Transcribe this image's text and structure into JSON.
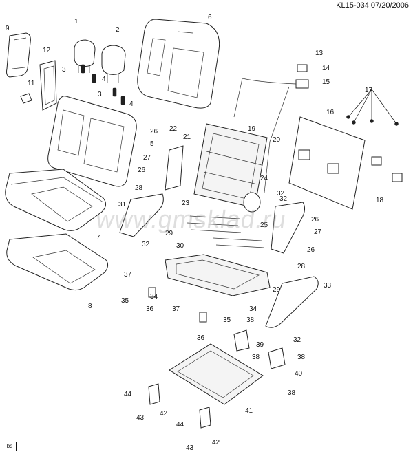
{
  "header": {
    "ref": "KL15-034 07/20/2006"
  },
  "watermark": {
    "text": "www.gmsklad.ru"
  },
  "badge": {
    "text": "bs"
  },
  "diagram": {
    "title": "",
    "callouts": [
      "1",
      "2",
      "3",
      "3",
      "4",
      "4",
      "5",
      "6",
      "7",
      "8",
      "9",
      "11",
      "12",
      "13",
      "14",
      "15",
      "16",
      "17",
      "18",
      "19",
      "20",
      "21",
      "22",
      "23",
      "24",
      "25",
      "26",
      "26",
      "26",
      "26",
      "27",
      "27",
      "28",
      "28",
      "29",
      "29",
      "30",
      "31",
      "32",
      "32",
      "32",
      "32",
      "33",
      "34",
      "34",
      "35",
      "35",
      "36",
      "36",
      "37",
      "37",
      "38",
      "38",
      "38",
      "38",
      "39",
      "40",
      "41",
      "42",
      "42",
      "43",
      "43",
      "44",
      "44"
    ]
  }
}
